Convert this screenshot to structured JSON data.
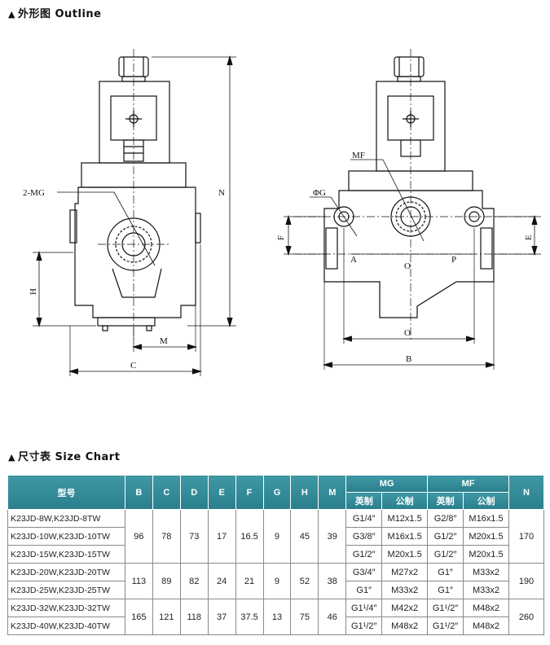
{
  "outline_title": "外形图 Outline",
  "size_title": "尺寸表 Size Chart",
  "drawing_labels": {
    "left": {
      "mg": "2-MG",
      "n": "N",
      "h": "H",
      "m": "M",
      "c": "C"
    },
    "right": {
      "mf": "MF",
      "phig": "ΦG",
      "f": "F",
      "e": "E",
      "a": "A",
      "o_center": "O",
      "p": "P",
      "o_dim": "O",
      "b": "B"
    }
  },
  "table": {
    "headers": {
      "model": "型号",
      "b": "B",
      "c": "C",
      "d": "D",
      "e": "E",
      "f": "F",
      "g": "G",
      "h": "H",
      "m": "M",
      "mg": "MG",
      "mf": "MF",
      "n": "N",
      "mg_imperial": "英制",
      "mg_metric": "公制",
      "mf_imperial": "英制",
      "mf_metric": "公制"
    },
    "groups": [
      {
        "b": "96",
        "c": "78",
        "d": "73",
        "e": "17",
        "f": "16.5",
        "g": "9",
        "h": "45",
        "m": "39",
        "n": "170",
        "rows": [
          {
            "model": "K23JD-8W,K23JD-8TW",
            "mg_imp": "G1/4″",
            "mg_met": "M12x1.5",
            "mf_imp": "G2/8″",
            "mf_met": "M16x1.5"
          },
          {
            "model": "K23JD-10W,K23JD-10TW",
            "mg_imp": "G3/8″",
            "mg_met": "M16x1.5",
            "mf_imp": "G1/2″",
            "mf_met": "M20x1.5"
          },
          {
            "model": "K23JD-15W,K23JD-15TW",
            "mg_imp": "G1/2″",
            "mg_met": "M20x1.5",
            "mf_imp": "G1/2″",
            "mf_met": "M20x1.5"
          }
        ]
      },
      {
        "b": "113",
        "c": "89",
        "d": "82",
        "e": "24",
        "f": "21",
        "g": "9",
        "h": "52",
        "m": "38",
        "n": "190",
        "rows": [
          {
            "model": "K23JD-20W,K23JD-20TW",
            "mg_imp": "G3/4″",
            "mg_met": "M27x2",
            "mf_imp": "G1″",
            "mf_met": "M33x2"
          },
          {
            "model": "K23JD-25W,K23JD-25TW",
            "mg_imp": "G1″",
            "mg_met": "M33x2",
            "mf_imp": "G1″",
            "mf_met": "M33x2"
          }
        ]
      },
      {
        "b": "165",
        "c": "121",
        "d": "118",
        "e": "37",
        "f": "37.5",
        "g": "13",
        "h": "75",
        "m": "46",
        "n": "260",
        "rows": [
          {
            "model": "K23JD-32W,K23JD-32TW",
            "mg_imp": "G1¹/4″",
            "mg_met": "M42x2",
            "mf_imp": "G1¹/2″",
            "mf_met": "M48x2"
          },
          {
            "model": "K23JD-40W,K23JD-40TW",
            "mg_imp": "G1¹/2″",
            "mg_met": "M48x2",
            "mf_imp": "G1¹/2″",
            "mf_met": "M48x2"
          }
        ]
      }
    ]
  }
}
